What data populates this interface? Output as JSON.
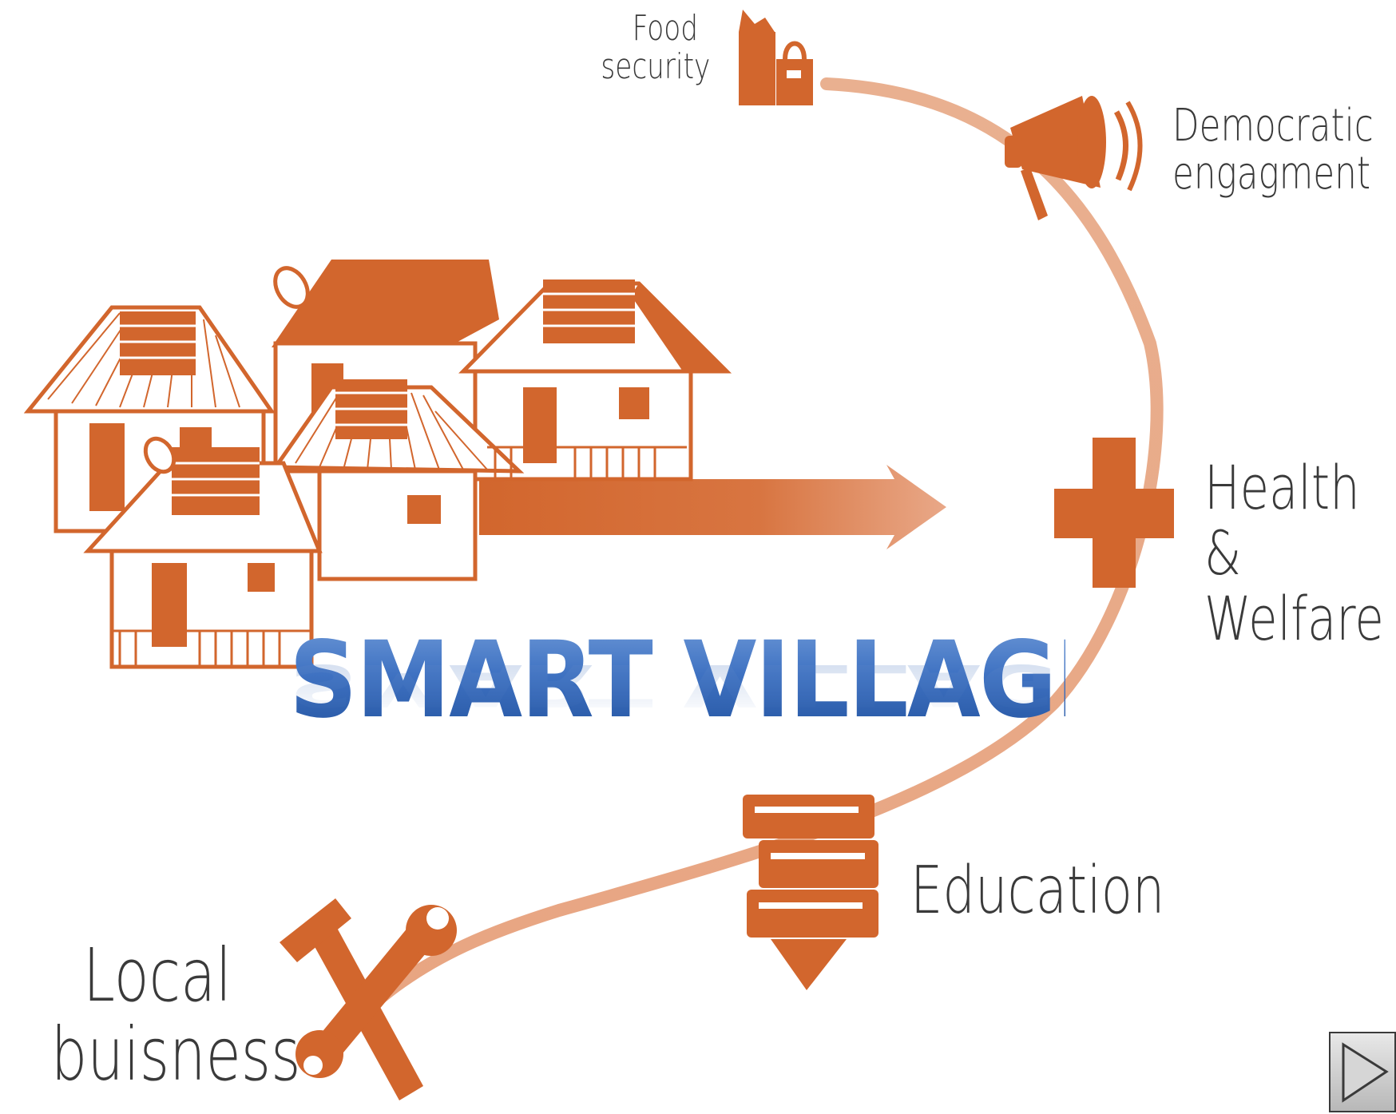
{
  "diagram": {
    "title": "SMART VILLAGE",
    "nodes": [
      {
        "id": "food",
        "lines": [
          "Food",
          "security"
        ],
        "icon": "grocery-bags-icon"
      },
      {
        "id": "democratic",
        "lines": [
          "Democratic",
          "engagment"
        ],
        "icon": "megaphone-icon"
      },
      {
        "id": "health",
        "lines": [
          "Health &",
          "Welfare"
        ],
        "icon": "cross-icon"
      },
      {
        "id": "education",
        "lines": [
          "Education"
        ],
        "icon": "books-icon"
      },
      {
        "id": "local",
        "lines": [
          "Local",
          "buisness"
        ],
        "icon": "tools-icon"
      }
    ],
    "illustration": "village-houses",
    "accent_color": "#d2662d",
    "arc_color": "#e6a27e",
    "title_color": "#2f62b0"
  },
  "nav": {
    "icon": "play-next-icon"
  }
}
